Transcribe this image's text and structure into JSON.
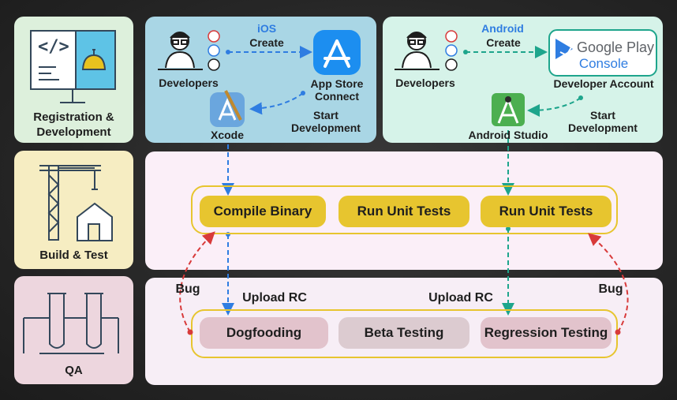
{
  "stages": {
    "registration": "Registration &\nDevelopment",
    "build": "Build & Test",
    "qa": "QA"
  },
  "ios": {
    "title": "iOS",
    "create": "Create",
    "developers": "Developers",
    "app_store": "App Store\nConnect",
    "start_development": "Start\nDevelopment",
    "xcode": "Xcode"
  },
  "android": {
    "title": "Android",
    "create": "Create",
    "developers": "Developers",
    "google_play_line1": "Google Play",
    "google_play_line2": "Console",
    "developer_account": "Developer Account",
    "start_development": "Start\nDevelopment",
    "android_studio": "Android Studio"
  },
  "build_steps": [
    "Compile Binary",
    "Run Unit Tests",
    "Run Unit Tests"
  ],
  "qa_steps": [
    "Dogfooding",
    "Beta Testing",
    "Regression Testing"
  ],
  "labels": {
    "upload_rc_left": "Upload RC",
    "upload_rc_right": "Upload RC",
    "bug_left": "Bug",
    "bug_right": "Bug"
  },
  "colors": {
    "ios_blue": "#2f7de1",
    "android_teal": "#1ea58c",
    "bug_red": "#d83a3a",
    "build_yellow": "#e7c52f"
  }
}
